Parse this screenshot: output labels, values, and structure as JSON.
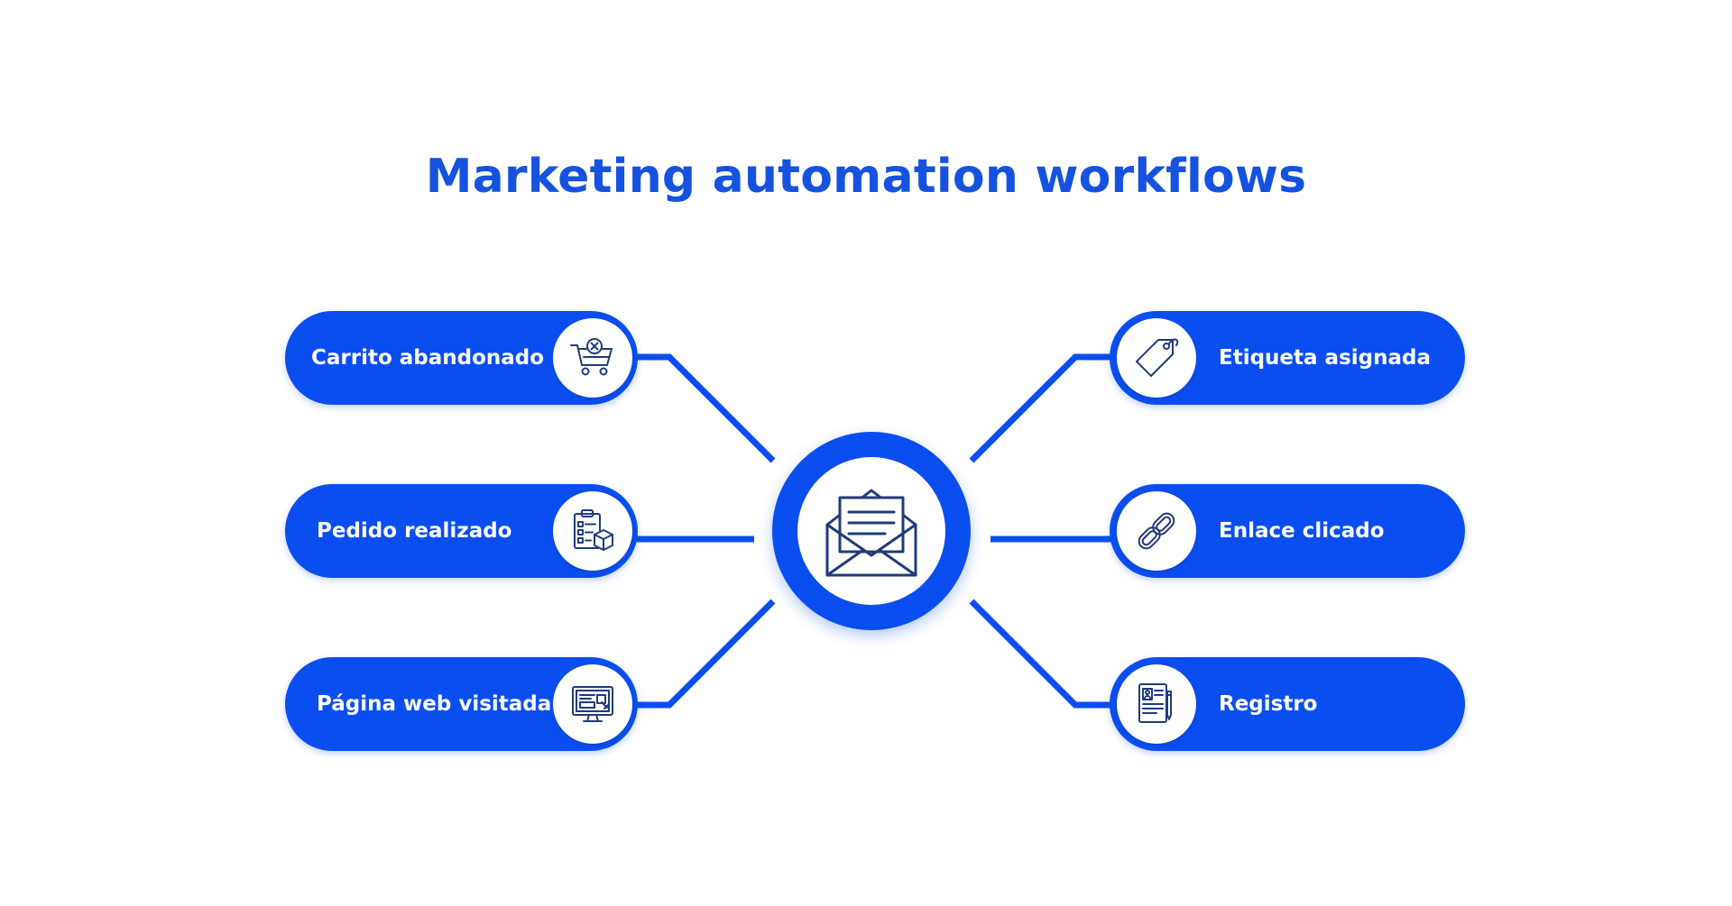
{
  "title": "Marketing automation workflows",
  "colors": {
    "accent": "#0b4ef0",
    "title": "#1652e0",
    "icon_stroke": "#1f3b7a"
  },
  "hub": {
    "icon": "envelope-open-icon"
  },
  "left_items": [
    {
      "label": "Carrito abandonado",
      "icon": "abandoned-cart-icon"
    },
    {
      "label": "Pedido realizado",
      "icon": "order-clipboard-icon"
    },
    {
      "label": "Página web visitada",
      "icon": "web-monitor-icon"
    }
  ],
  "right_items": [
    {
      "label": "Etiqueta asignada",
      "icon": "tag-icon"
    },
    {
      "label": "Enlace clicado",
      "icon": "link-icon"
    },
    {
      "label": "Registro",
      "icon": "registration-form-icon"
    }
  ]
}
